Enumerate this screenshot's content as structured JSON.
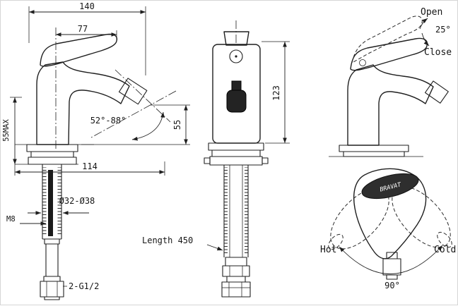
{
  "colors": {
    "line": "#1f1f1f",
    "dark": "#2e2e2e",
    "background": "#ffffff"
  },
  "views": {
    "side": {
      "dim_overall": "140",
      "dim_handle": "77",
      "dim_deck_max": "55MAX",
      "dim_angle_range": "52°-88°",
      "dim_outlet_height": "55",
      "dim_reach": "114",
      "dim_hole_diameter": "Ø32-Ø38",
      "dim_stud": "M8",
      "dim_connector": "2-G1/2"
    },
    "front": {
      "dim_height": "123",
      "hose_length": "Length 450"
    },
    "lever": {
      "open": "Open",
      "angle": "25°",
      "close": "Close"
    },
    "rotation": {
      "hot": "Hot",
      "cold": "Cold",
      "angle": "90°",
      "logo": "BRAVAT"
    }
  }
}
